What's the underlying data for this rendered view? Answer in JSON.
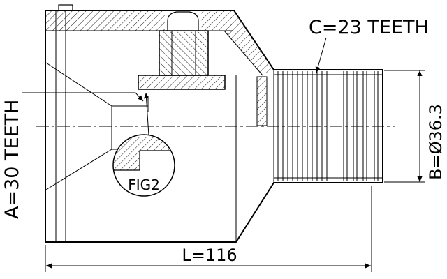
{
  "drawing": {
    "background": "#ffffff",
    "line_color": "#000000",
    "labels": {
      "spline_c": "C=23 TEETH",
      "spline_a": "A=30 TEETH",
      "diameter_b": "B=Ø36.3",
      "length_l": "L=116",
      "detail": "FIG2"
    }
  }
}
